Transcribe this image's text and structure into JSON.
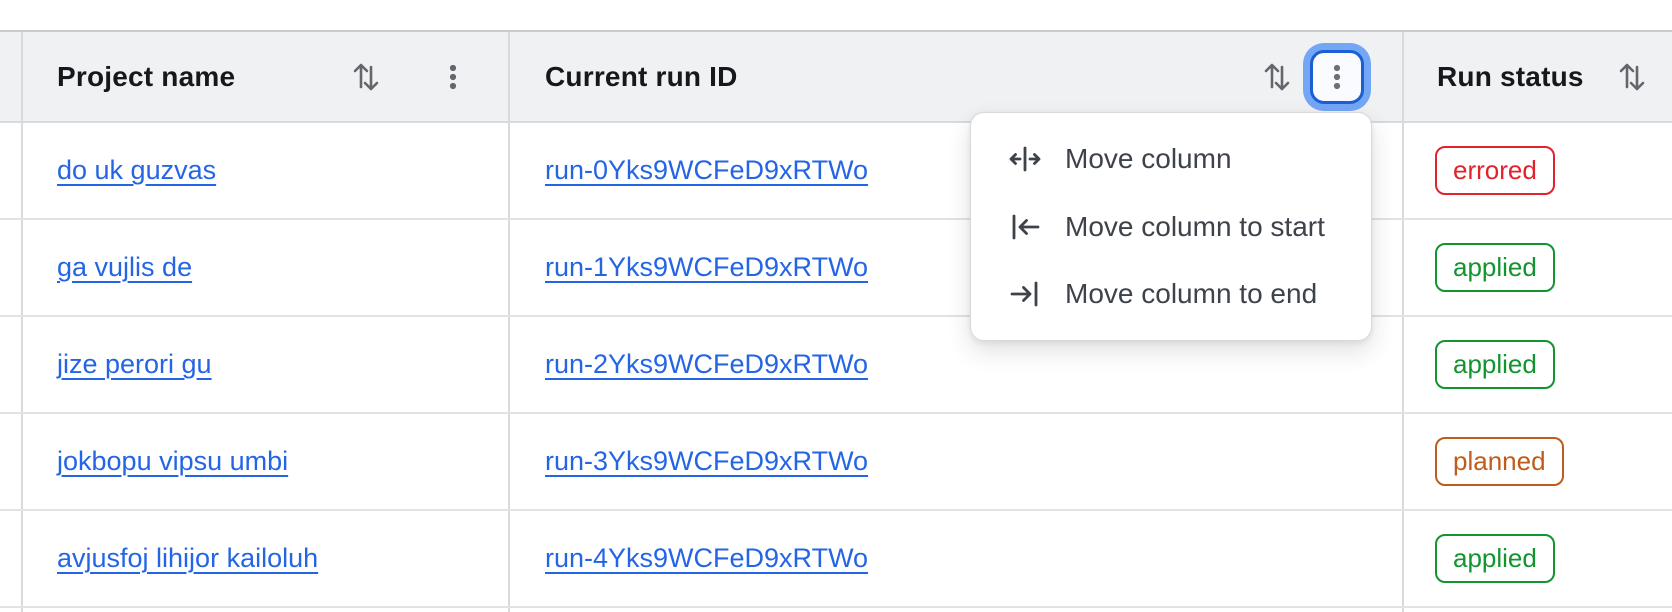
{
  "table": {
    "columns": [
      {
        "label": "Project name"
      },
      {
        "label": "Current run ID"
      },
      {
        "label": "Run status"
      }
    ],
    "rows": [
      {
        "project": "do uk guzvas",
        "run_id": "run-0Yks9WCFeD9xRTWo",
        "status": "errored"
      },
      {
        "project": "ga vujlis de",
        "run_id": "run-1Yks9WCFeD9xRTWo",
        "status": "applied"
      },
      {
        "project": "jize perori gu",
        "run_id": "run-2Yks9WCFeD9xRTWo",
        "status": "applied"
      },
      {
        "project": "jokbopu vipsu umbi",
        "run_id": "run-3Yks9WCFeD9xRTWo",
        "status": "planned"
      },
      {
        "project": "avjusfoj lihijor kailoluh",
        "run_id": "run-4Yks9WCFeD9xRTWo",
        "status": "applied"
      }
    ]
  },
  "menu": {
    "items": [
      {
        "label": "Move column",
        "icon": "move-column-icon"
      },
      {
        "label": "Move column to start",
        "icon": "move-column-start-icon"
      },
      {
        "label": "Move column to end",
        "icon": "move-column-end-icon"
      }
    ]
  },
  "icons": {
    "sort": "sort-arrows-icon",
    "column_options": "kebab-menu-icon"
  },
  "colors": {
    "link": "#2465e6",
    "status_errored": "#e0232d",
    "status_applied": "#12942f",
    "status_planned": "#c05c1b",
    "focus_ring": "#74a6f6",
    "focus_border": "#1b5fd6"
  }
}
